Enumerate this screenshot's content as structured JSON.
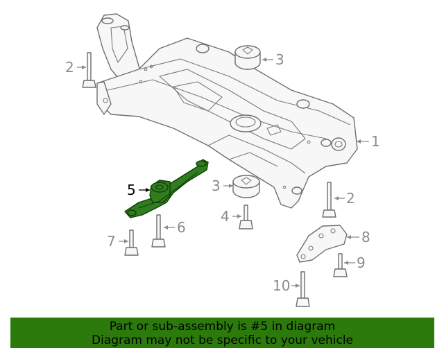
{
  "diagram": {
    "callouts": {
      "c1": "1",
      "c2a": "2",
      "c2b": "2",
      "c3a": "3",
      "c3b": "3",
      "c4": "4",
      "c5": "5",
      "c6": "6",
      "c7": "7",
      "c8": "8",
      "c9": "9",
      "c10": "10"
    },
    "highlighted_part": "5",
    "highlight_color": "#2f7d1e"
  },
  "banner": {
    "line1": "Part or sub-assembly is #5 in diagram",
    "line2": "Diagram may not be specific to your vehicle",
    "background": "#2b7a0b"
  }
}
